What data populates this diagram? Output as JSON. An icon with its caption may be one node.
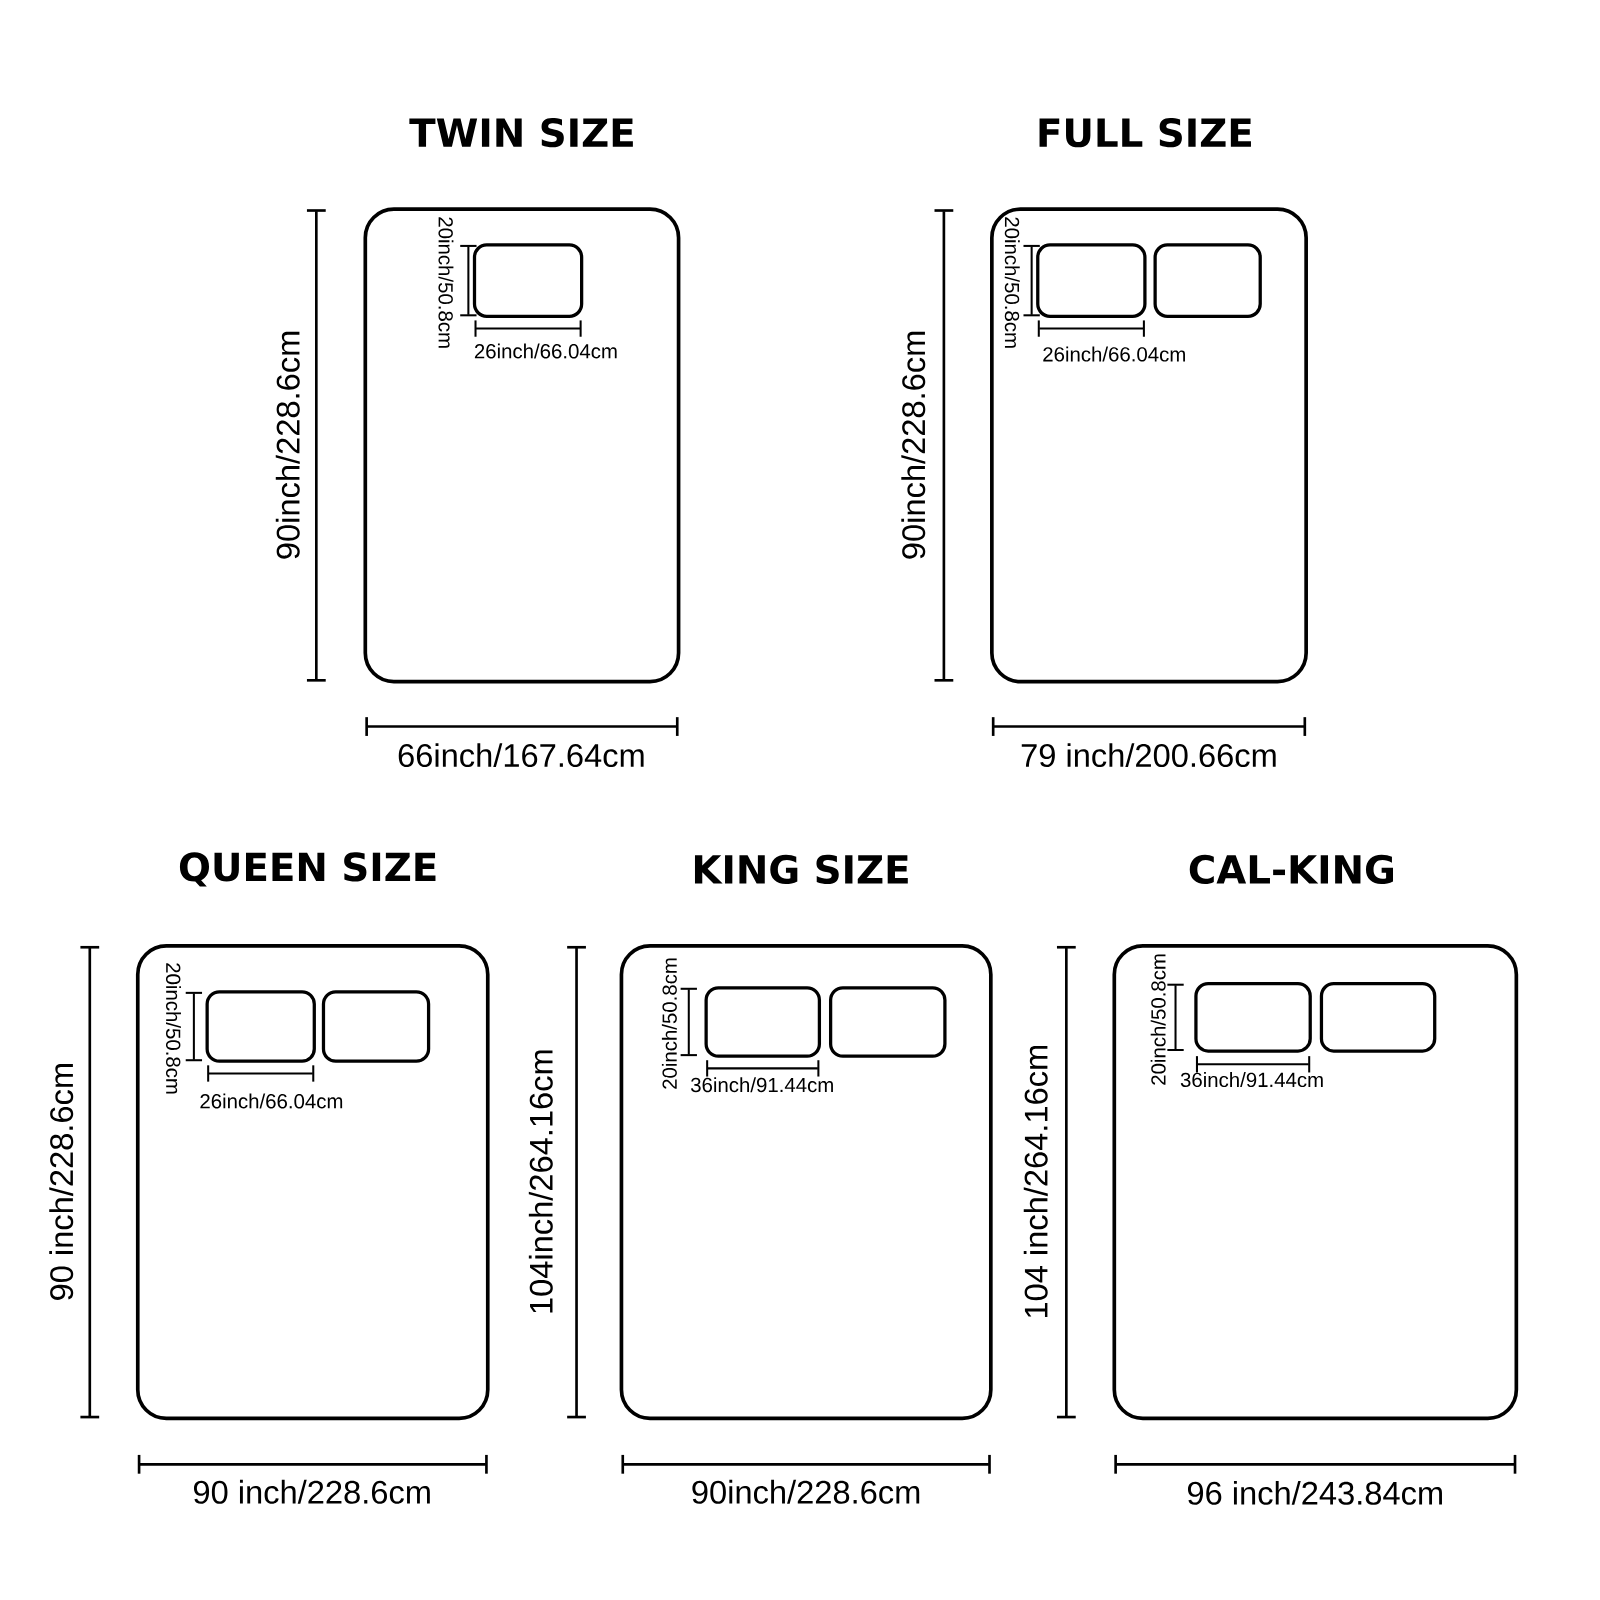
{
  "diagram": {
    "nodes": [
      {
        "text": [
          "TWIN SIZE"
        ]
      },
      {
        "text": [],
        "shape": "box",
        "in": 0
      },
      {
        "text": [
          "FULL SIZE"
        ]
      },
      {
        "text": [],
        "shape": "box",
        "in": 2
      },
      {
        "text": [],
        "shape": "box",
        "in": 2
      },
      {
        "text": [
          "QUEEN SIZE"
        ]
      },
      {
        "text": [],
        "shape": "box",
        "in": 5
      },
      {
        "text": [],
        "shape": "box",
        "in": 5
      },
      {
        "text": [
          "KING SIZE"
        ]
      },
      {
        "text": [],
        "shape": "box",
        "in": 8
      },
      {
        "text": [],
        "shape": "box",
        "in": 8
      },
      {
        "text": [
          "CAL-KING"
        ]
      },
      {
        "text": [],
        "shape": "box",
        "in": 11
      },
      {
        "text": [],
        "shape": "box",
        "in": 11
      }
    ],
    "labels": [
      "20inch/50.8cm",
      "26inch/66.04cm",
      "90inch/228.6cm",
      "66inch/167.64cm",
      "20inch/50.8cm",
      "26inch/66.04cm",
      "90inch/228.6cm",
      "79 inch/200.66cm",
      "20inch/50.8cm",
      "26inch/66.04cm",
      "90 inch/228.6cm",
      "90 inch/228.6cm",
      "20inch/50.8cm",
      "36inch/91.44cm",
      "104inch/264.16cm",
      "90inch/228.6cm",
      "20inch/50.8cm",
      "36inch/91.44cm",
      "104 inch/264.16cm",
      "96 inch/243.84cm"
    ]
  }
}
